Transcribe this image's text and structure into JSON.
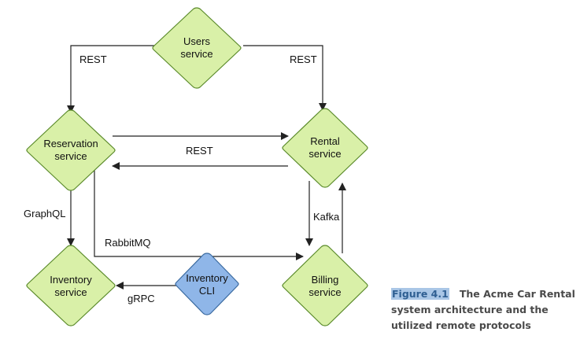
{
  "nodes": {
    "users": {
      "line1": "Users",
      "line2": "service",
      "fill": "#d9f0a8"
    },
    "reservation": {
      "line1": "Reservation",
      "line2": "service",
      "fill": "#d9f0a8"
    },
    "rental": {
      "line1": "Rental",
      "line2": "service",
      "fill": "#d9f0a8"
    },
    "inventory": {
      "line1": "Inventory",
      "line2": "service",
      "fill": "#d9f0a8"
    },
    "billing": {
      "line1": "Billing",
      "line2": "service",
      "fill": "#d9f0a8"
    },
    "cli": {
      "line1": "Inventory",
      "line2": "CLI",
      "fill": "#8fb6e8"
    }
  },
  "edges": {
    "users_reservation": "REST",
    "users_rental": "REST",
    "reservation_rental": "REST",
    "reservation_inventory": "GraphQL",
    "reservation_billing": "RabbitMQ",
    "rental_billing": "Kafka",
    "cli_inventory": "gRPC"
  },
  "caption": {
    "figure": "Figure 4.1",
    "title": "The Acme Car Rental system architecture and the utilized remote protocols"
  },
  "colors": {
    "stroke": "#5a8a2a",
    "line": "#222222"
  }
}
